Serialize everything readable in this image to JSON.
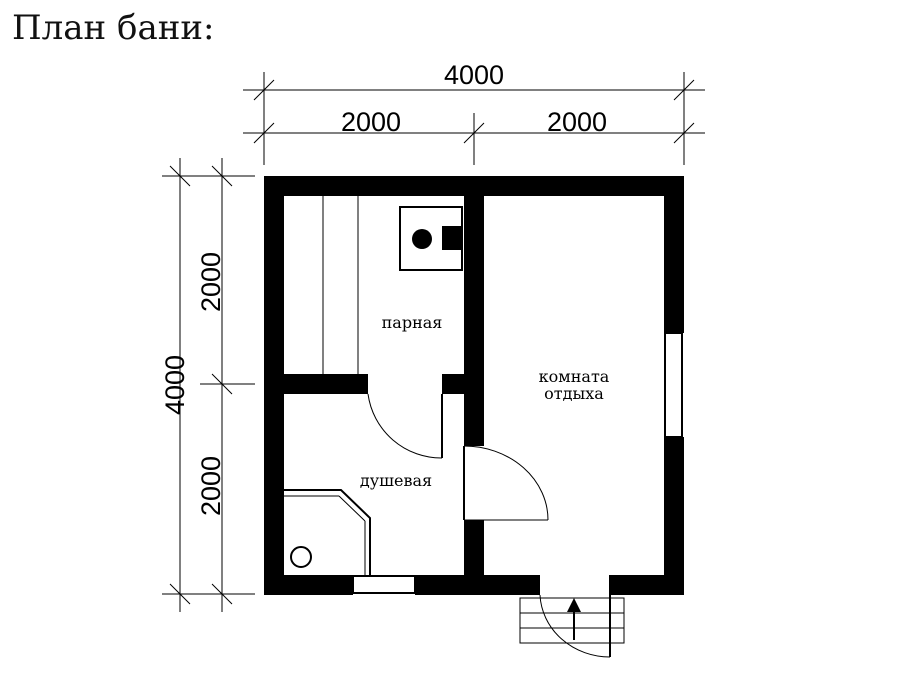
{
  "title": "План бани:",
  "dimensions": {
    "top_total": "4000",
    "top_left": "2000",
    "top_right": "2000",
    "left_total": "4000",
    "left_top": "2000",
    "left_bottom": "2000"
  },
  "rooms": {
    "steam_room": "парная",
    "rest_room_line1": "комната",
    "rest_room_line2": "отдыха",
    "shower_room": "душевая"
  }
}
